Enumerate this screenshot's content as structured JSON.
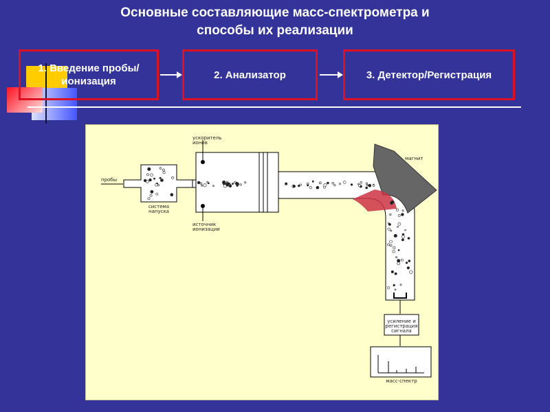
{
  "title": {
    "line1": "Основные составляющие масс-спектрометра и",
    "line2": "способы их реализации"
  },
  "steps": [
    {
      "label": "1. Введение пробы/ионизация"
    },
    {
      "label": "2. Анализатор"
    },
    {
      "label": "3. Детектор/Регистрация"
    }
  ],
  "diagram": {
    "sample_label": "пробы",
    "inlet_label": "система напуска",
    "accelerator_label": "ускоритель ионов",
    "ion_source_label": "источник ионизации",
    "magnet_label": "магнит",
    "amplifier_label": "усиление и регистрация сигнала",
    "spectrum_label": "масс-спектр"
  },
  "colors": {
    "background": "#333399",
    "step_border": "#dd1122",
    "panel": "#ffffcc",
    "deco_yellow": "#ffcc00",
    "deco_red": "#ee2233",
    "deco_blue": "#3355ee"
  }
}
